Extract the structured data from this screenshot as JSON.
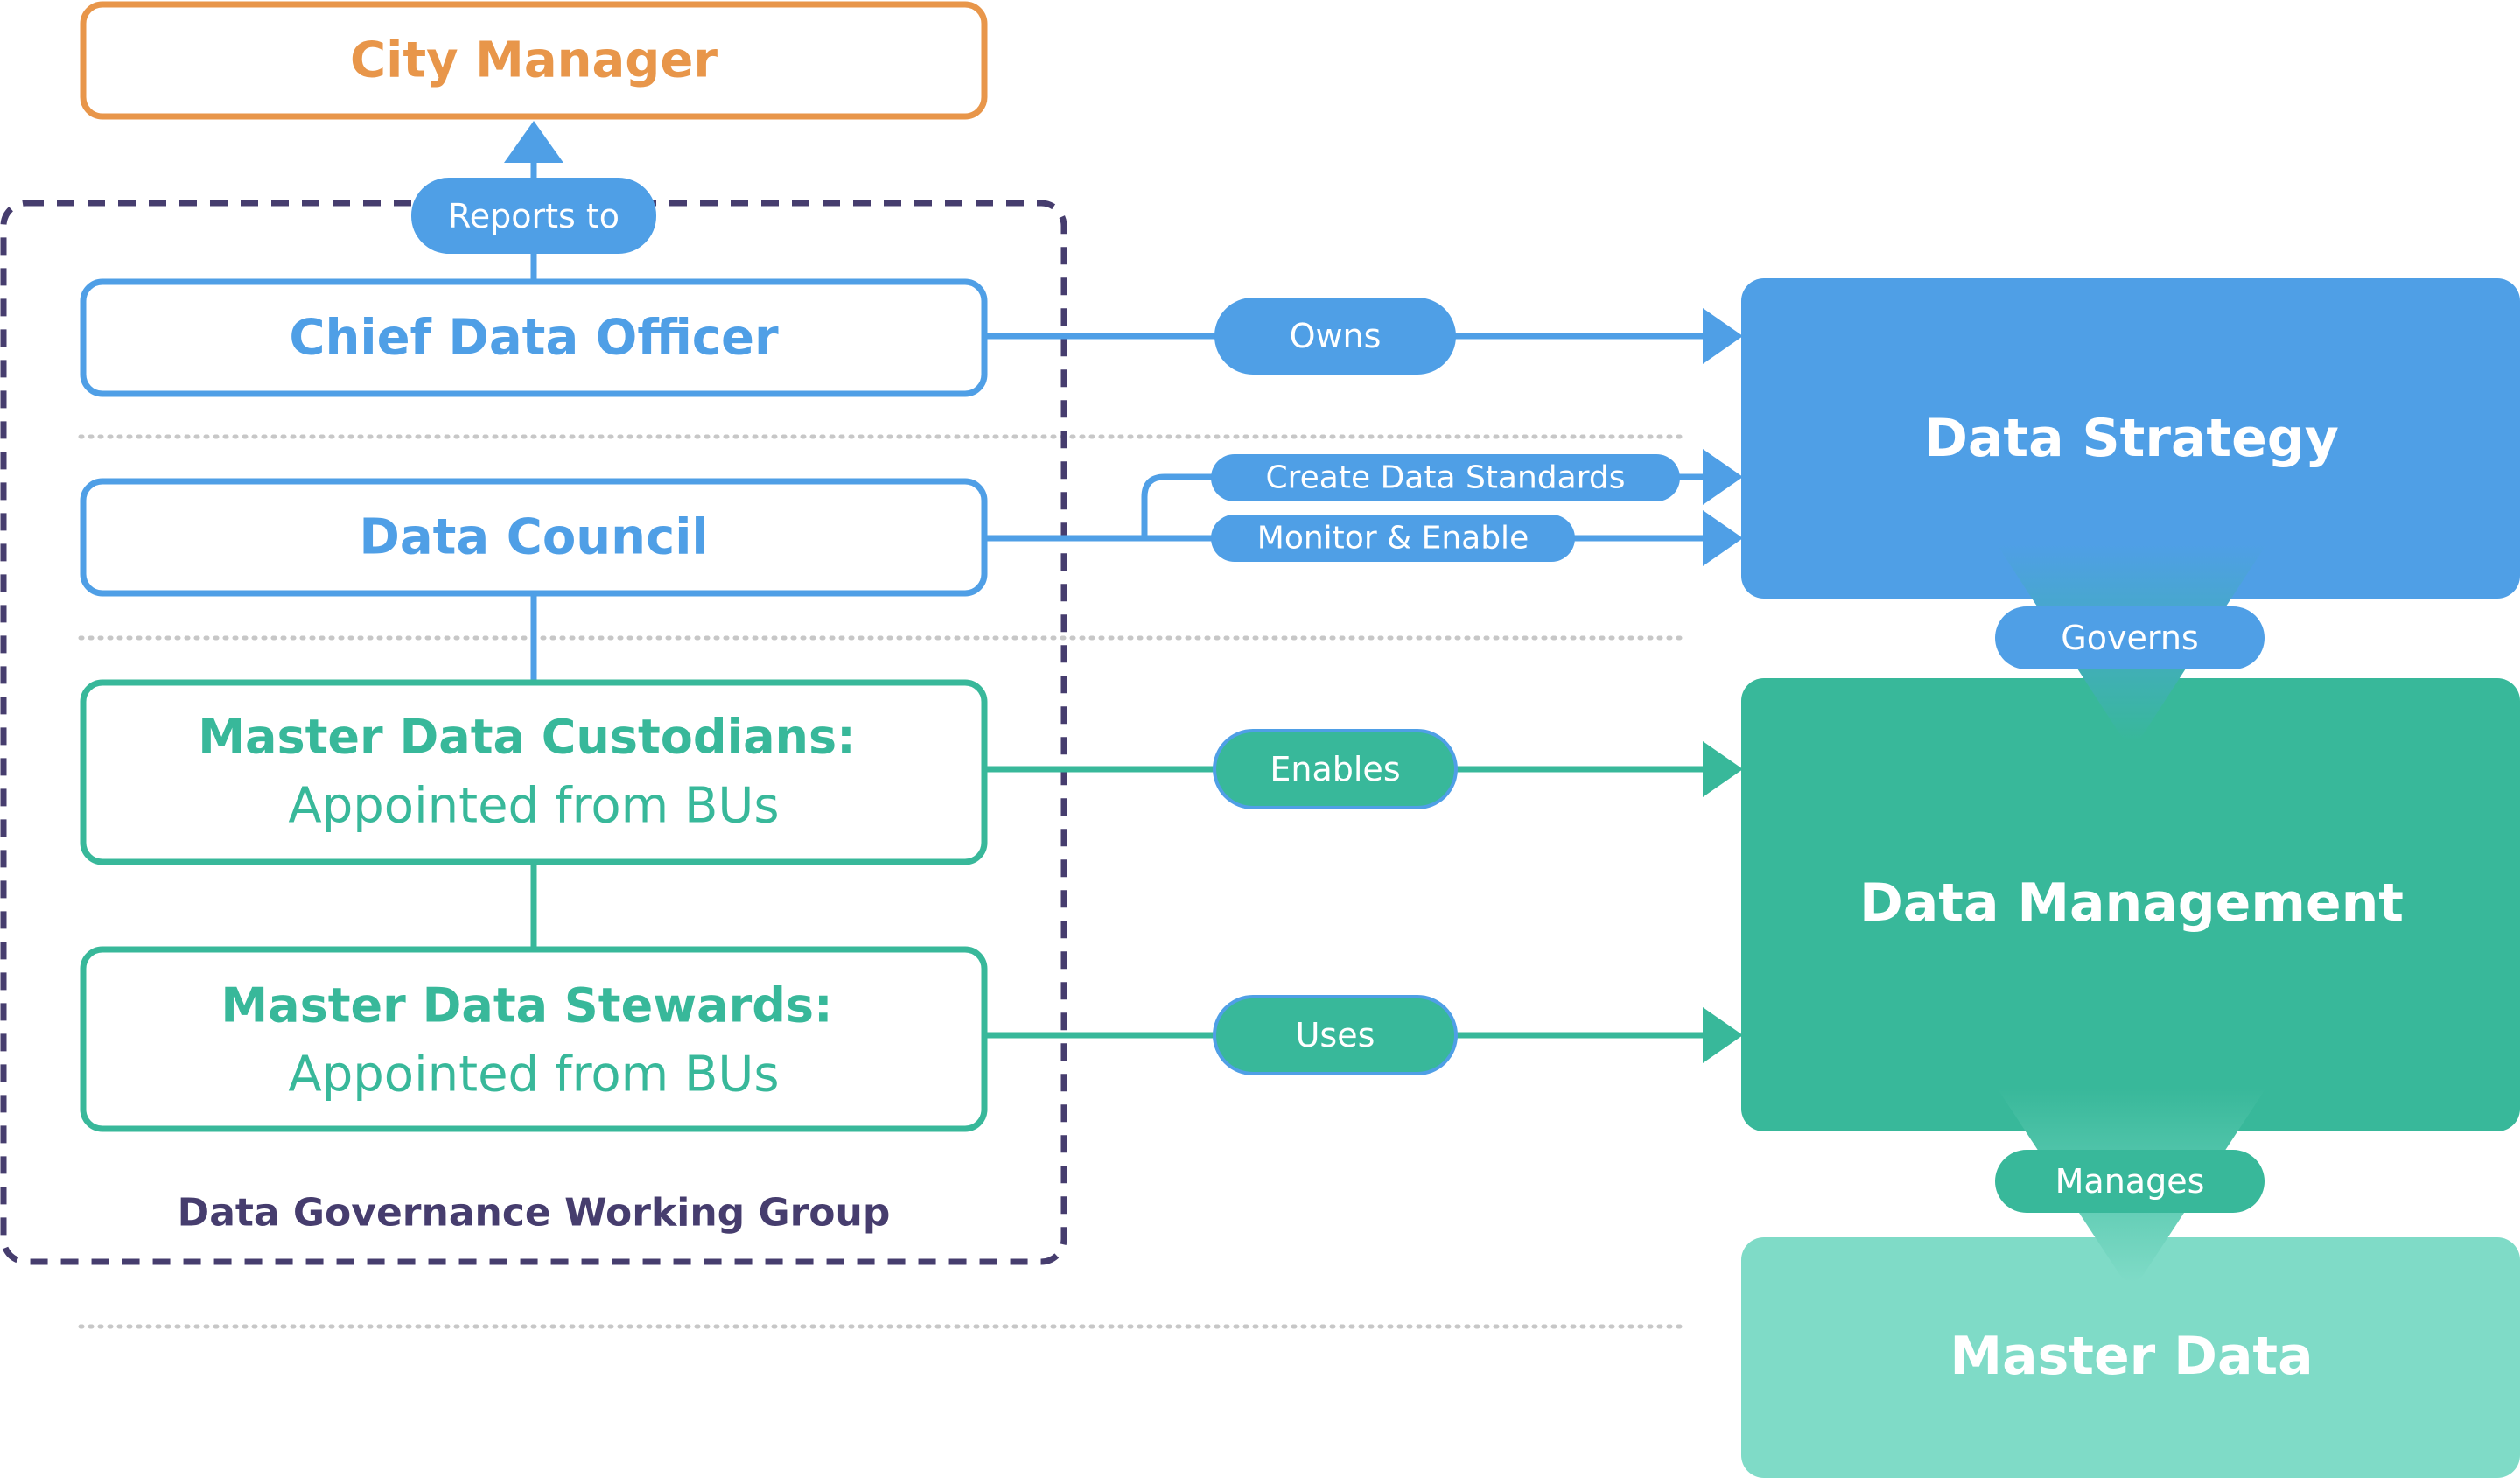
{
  "colors": {
    "orange": "#E8964A",
    "blue": "#4F9FE6",
    "teal": "#38B89A",
    "light_teal": "#7FDBC7",
    "purple": "#463D6E",
    "dots": "#C7C7C7",
    "white": "#FFFFFF"
  },
  "roles": {
    "city_manager": "City Manager",
    "chief_data_officer": "Chief Data Officer",
    "data_council": "Data Council",
    "custodians_title": "Master Data Custodians:",
    "custodians_sub": "Appointed from BUs",
    "stewards_title": "Master Data Stewards:",
    "stewards_sub": "Appointed from BUs",
    "working_group": "Data Governance Working Group"
  },
  "outcomes": {
    "data_strategy": "Data Strategy",
    "data_management": "Data Management",
    "master_data": "Master Data"
  },
  "relations": {
    "reports_to": "Reports to",
    "owns": "Owns",
    "create_standards": "Create Data Standards",
    "monitor_enable": "Monitor & Enable",
    "enables": "Enables",
    "uses": "Uses",
    "governs": "Governs",
    "manages": "Manages"
  }
}
